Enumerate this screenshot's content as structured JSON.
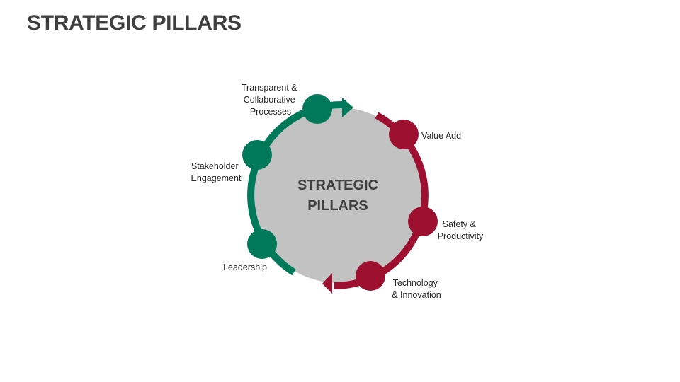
{
  "slide": {
    "title": "STRATEGIC PILLARS"
  },
  "diagram": {
    "center": {
      "line1": "STRATEGIC",
      "line2": "PILLARS"
    },
    "colors": {
      "center_fill": "#c2c2c2",
      "green": "#00795a",
      "red": "#9e1030",
      "text": "#262626",
      "title": "#3f3f3f"
    },
    "pillars": [
      {
        "id": "transparent",
        "group": "green",
        "lines": [
          "Transparent &",
          "Collaborative",
          "Processes"
        ]
      },
      {
        "id": "stakeholder",
        "group": "green",
        "lines": [
          "Stakeholder",
          "Engagement"
        ]
      },
      {
        "id": "leadership",
        "group": "green",
        "lines": [
          "Leadership"
        ]
      },
      {
        "id": "value",
        "group": "red",
        "lines": [
          "Value Add"
        ]
      },
      {
        "id": "safety",
        "group": "red",
        "lines": [
          "Safety &",
          "Productivity"
        ]
      },
      {
        "id": "technology",
        "group": "red",
        "lines": [
          "Technology",
          "& Innovation"
        ]
      }
    ]
  }
}
